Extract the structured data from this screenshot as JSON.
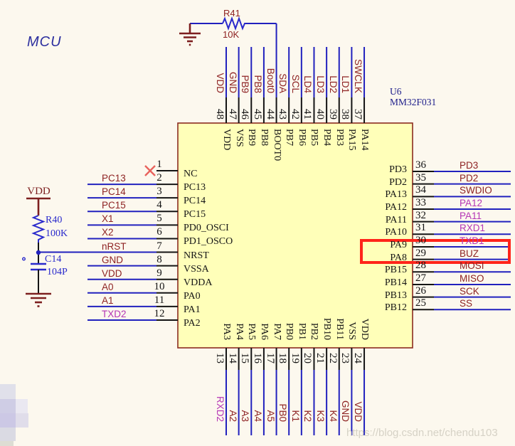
{
  "sheet_title": "MCU",
  "chip": {
    "designator": "U6",
    "part": "MM32F031"
  },
  "components": [
    {
      "ref": "R41",
      "value": "10K"
    },
    {
      "ref": "R40",
      "value": "100K"
    },
    {
      "ref": "C14",
      "value": "104P"
    }
  ],
  "power_symbols": {
    "vdd_label": "VDD"
  },
  "watermark": "https://blog.csdn.net/chendu103",
  "highlight": {
    "pin": "29",
    "net": "BUZ"
  },
  "colors": {
    "background": "#FCF8EE",
    "chip_fill": "#FFFFB9",
    "chip_border": "#8B2B20",
    "wire_blue": "#2121BE",
    "pin_black": "#141414",
    "net_darkred": "#8E2323",
    "net_magenta": "#B535B5",
    "component_blue": "#2A2ACC",
    "designator_navy": "#20208C",
    "power_darkred": "#7D1F1F",
    "title_blue": "#2B2E9E",
    "highlight_red": "#FF241A",
    "watermark_gray": "#D6D2C6",
    "no_connect_red": "#E8625C"
  },
  "pins": {
    "top": [
      {
        "num": "48",
        "name": "VDD",
        "net": "VDD",
        "net_color": "darkred"
      },
      {
        "num": "47",
        "name": "VSS",
        "net": "GND",
        "net_color": "darkred"
      },
      {
        "num": "46",
        "name": "PB9",
        "net": "PB9",
        "net_color": "darkred"
      },
      {
        "num": "45",
        "name": "PB8",
        "net": "PB8",
        "net_color": "darkred"
      },
      {
        "num": "44",
        "name": "BOOT0",
        "net": "Boot0",
        "net_color": "darkred"
      },
      {
        "num": "43",
        "name": "PB7",
        "net": "SDA",
        "net_color": "darkred"
      },
      {
        "num": "42",
        "name": "PB6",
        "net": "SCL",
        "net_color": "darkred"
      },
      {
        "num": "41",
        "name": "PB5",
        "net": "LD4",
        "net_color": "darkred"
      },
      {
        "num": "40",
        "name": "PB4",
        "net": "LD3",
        "net_color": "darkred"
      },
      {
        "num": "39",
        "name": "PB3",
        "net": "LD2",
        "net_color": "darkred"
      },
      {
        "num": "38",
        "name": "PA15",
        "net": "LD1",
        "net_color": "darkred"
      },
      {
        "num": "37",
        "name": "PA14",
        "net": "SWCLK",
        "net_color": "darkred"
      }
    ],
    "left": [
      {
        "num": "1",
        "name": "NC",
        "net": null,
        "net_color": null,
        "no_connect": true
      },
      {
        "num": "2",
        "name": "PC13",
        "net": "PC13",
        "net_color": "darkred"
      },
      {
        "num": "3",
        "name": "PC14",
        "net": "PC14",
        "net_color": "darkred"
      },
      {
        "num": "4",
        "name": "PC15",
        "net": "PC15",
        "net_color": "darkred"
      },
      {
        "num": "5",
        "name": "PD0_OSCI",
        "net": "X1",
        "net_color": "darkred"
      },
      {
        "num": "6",
        "name": "PD1_OSCO",
        "net": "X2",
        "net_color": "darkred"
      },
      {
        "num": "7",
        "name": "NRST",
        "net": "nRST",
        "net_color": "darkred"
      },
      {
        "num": "8",
        "name": "VSSA",
        "net": "GND",
        "net_color": "darkred"
      },
      {
        "num": "9",
        "name": "VDDA",
        "net": "VDD",
        "net_color": "darkred"
      },
      {
        "num": "10",
        "name": "PA0",
        "net": "A0",
        "net_color": "darkred"
      },
      {
        "num": "11",
        "name": "PA1",
        "net": "A1",
        "net_color": "darkred"
      },
      {
        "num": "12",
        "name": "PA2",
        "net": "TXD2",
        "net_color": "magenta"
      }
    ],
    "right": [
      {
        "num": "36",
        "name": "PD3",
        "net": "PD3",
        "net_color": "darkred"
      },
      {
        "num": "35",
        "name": "PD2",
        "net": "PD2",
        "net_color": "darkred"
      },
      {
        "num": "34",
        "name": "PA13",
        "net": "SWDIO",
        "net_color": "darkred"
      },
      {
        "num": "33",
        "name": "PA12",
        "net": "PA12",
        "net_color": "magenta"
      },
      {
        "num": "32",
        "name": "PA11",
        "net": "PA11",
        "net_color": "magenta"
      },
      {
        "num": "31",
        "name": "PA10",
        "net": "RXD1",
        "net_color": "magenta"
      },
      {
        "num": "30",
        "name": "PA9",
        "net": "TXD1",
        "net_color": "magenta"
      },
      {
        "num": "29",
        "name": "PA8",
        "net": "BUZ",
        "net_color": "darkred",
        "highlighted": true
      },
      {
        "num": "28",
        "name": "PB15",
        "net": "MOSI",
        "net_color": "darkred"
      },
      {
        "num": "27",
        "name": "PB14",
        "net": "MISO",
        "net_color": "darkred"
      },
      {
        "num": "26",
        "name": "PB13",
        "net": "SCK",
        "net_color": "darkred"
      },
      {
        "num": "25",
        "name": "PB12",
        "net": "SS",
        "net_color": "darkred"
      }
    ],
    "bottom": [
      {
        "num": "13",
        "name": "PA3",
        "net": "RXD2",
        "net_color": "magenta"
      },
      {
        "num": "14",
        "name": "PA4",
        "net": "A2",
        "net_color": "darkred"
      },
      {
        "num": "15",
        "name": "PA5",
        "net": "A3",
        "net_color": "darkred"
      },
      {
        "num": "16",
        "name": "PA6",
        "net": "A4",
        "net_color": "darkred"
      },
      {
        "num": "17",
        "name": "PA7",
        "net": "A5",
        "net_color": "darkred"
      },
      {
        "num": "18",
        "name": "PB0",
        "net": "PB0",
        "net_color": "darkred"
      },
      {
        "num": "19",
        "name": "PB1",
        "net": "K1",
        "net_color": "darkred"
      },
      {
        "num": "20",
        "name": "PB2",
        "net": "K2",
        "net_color": "darkred"
      },
      {
        "num": "21",
        "name": "PB10",
        "net": "K3",
        "net_color": "darkred"
      },
      {
        "num": "22",
        "name": "PB11",
        "net": "K4",
        "net_color": "darkred"
      },
      {
        "num": "23",
        "name": "VSS",
        "net": "GND",
        "net_color": "darkred"
      },
      {
        "num": "24",
        "name": "VDD",
        "net": "VDD",
        "net_color": "darkred"
      }
    ]
  }
}
